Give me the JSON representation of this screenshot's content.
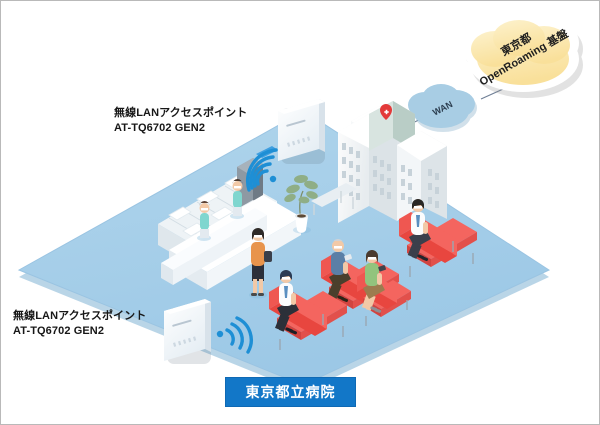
{
  "diagram": {
    "title_box": {
      "label": "東京都立病院"
    },
    "labels": [
      {
        "id": "ap-top",
        "line1": "無線LANアクセスポイント",
        "line2": "AT-TQ6702 GEN2"
      },
      {
        "id": "ap-bottom",
        "line1": "無線LANアクセスポイント",
        "line2": "AT-TQ6702 GEN2"
      }
    ],
    "clouds": [
      {
        "id": "wan-cloud",
        "label": "WAN",
        "color": "#a8cde4"
      },
      {
        "id": "openroaming-cloud",
        "label_line1": "東京都",
        "label_line2": "OpenRoaming 基盤",
        "color": "#fbe8a8"
      }
    ],
    "nodes": [
      {
        "id": "hospital-building",
        "name": "hospital-building",
        "marker": "red-cross"
      },
      {
        "id": "access-point-top",
        "name": "wireless-access-point",
        "model": "AT-TQ6702 GEN2"
      },
      {
        "id": "access-point-bottom",
        "name": "wireless-access-point",
        "model": "AT-TQ6702 GEN2"
      },
      {
        "id": "reception-counter",
        "name": "reception-counter"
      },
      {
        "id": "potted-plant",
        "name": "potted-plant"
      }
    ],
    "people": [
      {
        "id": "staff-1",
        "role": "reception-staff",
        "top_color": "#7fd6cf"
      },
      {
        "id": "staff-2",
        "role": "reception-staff",
        "top_color": "#7fd6cf"
      },
      {
        "id": "visitor-1",
        "role": "visitor-at-counter",
        "top_color": "#e8944c"
      },
      {
        "id": "seated-1",
        "role": "seated-patient",
        "top_color": "#ffffff"
      },
      {
        "id": "seated-2",
        "role": "seated-patient",
        "top_color": "#5b7fa6"
      },
      {
        "id": "seated-3",
        "role": "seated-patient",
        "top_color": "#92c47d"
      },
      {
        "id": "seated-4",
        "role": "seated-patient",
        "top_color": "#ffffff"
      }
    ],
    "furniture": [
      {
        "id": "bench-1",
        "name": "waiting-bench",
        "color": "#ef4b4b"
      },
      {
        "id": "bench-2",
        "name": "waiting-bench",
        "color": "#ef4b4b"
      },
      {
        "id": "bench-3",
        "name": "waiting-bench",
        "color": "#ef4b4b"
      },
      {
        "id": "bench-4",
        "name": "waiting-bench",
        "color": "#ef4b4b"
      }
    ],
    "colors": {
      "floor": "#a6cfe8",
      "floor_edge": "#8fbddd",
      "accent_blue": "#1277c8",
      "wifi_blue": "#1e8fd5",
      "bench_red": "#ef4b4b",
      "background": "#ffffff",
      "frame": "#b9b9b9"
    }
  }
}
